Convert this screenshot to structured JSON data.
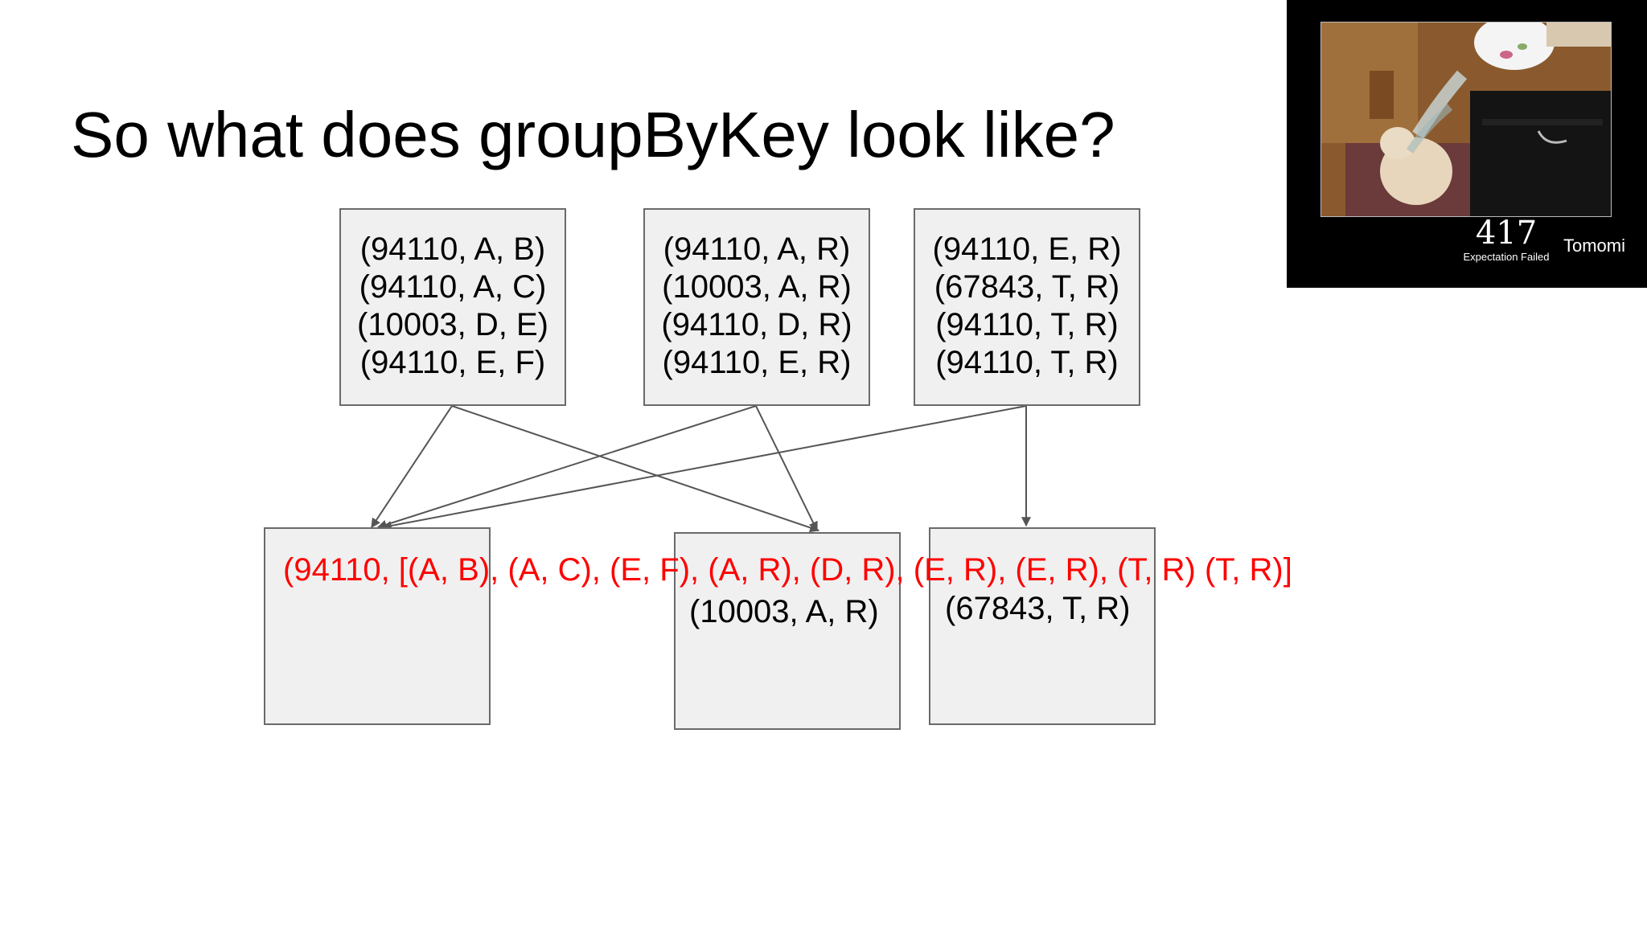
{
  "slide": {
    "title": "So what does groupByKey look like?"
  },
  "source_partitions": [
    {
      "records": [
        "(94110, A, B)",
        "(94110, A, C)",
        "(10003, D, E)",
        "(94110, E, F)"
      ]
    },
    {
      "records": [
        "(94110, A, R)",
        "(10003, A, R)",
        "(94110, D, R)",
        "(94110, E, R)"
      ]
    },
    {
      "records": [
        "(94110, E, R)",
        "(67843, T, R)",
        "(94110, T, R)",
        "(94110, T, R)"
      ]
    }
  ],
  "result_partitions": [
    {
      "text": "(94110, [(A, B), (A, C), (E, F), (A, R), (D, R), (E, R), (E, R), (T, R) (T, R)]"
    },
    {
      "text": "(10003, A, R)"
    },
    {
      "text": "(67843, T, R)"
    }
  ],
  "colors": {
    "highlight": "#ff0000",
    "box_fill": "#f0f0f0",
    "box_border": "#6a6a6a",
    "arrow": "#555555"
  },
  "webcam": {
    "code": "417",
    "status": "Expectation Failed",
    "presenter_name": "Tomomi",
    "photo_icon": "cat-with-bowl-photo"
  }
}
